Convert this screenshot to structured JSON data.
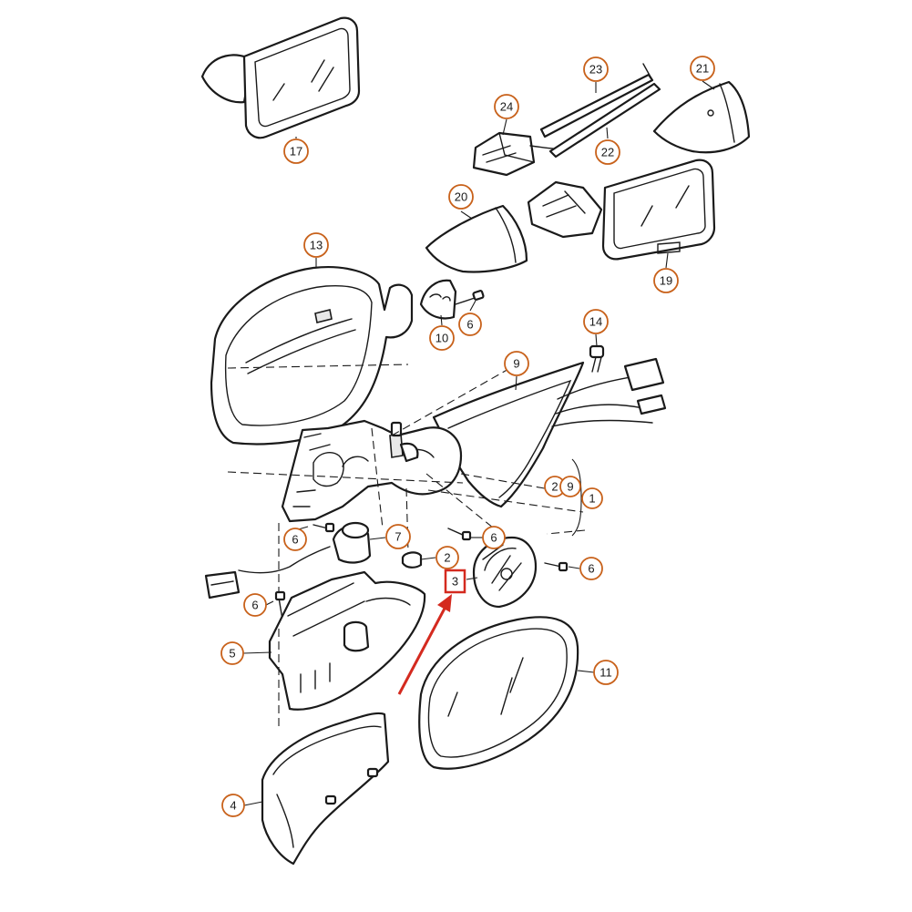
{
  "diagram": {
    "accent_color": "#c8611a",
    "highlight_color": "#d42a1f",
    "highlighted_part": "3",
    "callouts": [
      {
        "id": "c17",
        "label": "17"
      },
      {
        "id": "c23",
        "label": "23"
      },
      {
        "id": "c21",
        "label": "21"
      },
      {
        "id": "c24",
        "label": "24"
      },
      {
        "id": "c22",
        "label": "22"
      },
      {
        "id": "c20",
        "label": "20"
      },
      {
        "id": "c19",
        "label": "19"
      },
      {
        "id": "c13",
        "label": "13"
      },
      {
        "id": "c10",
        "label": "10"
      },
      {
        "id": "c6a",
        "label": "6"
      },
      {
        "id": "c14",
        "label": "14"
      },
      {
        "id": "c9",
        "label": "9"
      },
      {
        "id": "c2b",
        "label": "2"
      },
      {
        "id": "c9b",
        "label": "9"
      },
      {
        "id": "c1",
        "label": "1"
      },
      {
        "id": "c6b",
        "label": "6"
      },
      {
        "id": "c7",
        "label": "7"
      },
      {
        "id": "c6c",
        "label": "6"
      },
      {
        "id": "c2",
        "label": "2"
      },
      {
        "id": "c6d",
        "label": "6"
      },
      {
        "id": "c6e",
        "label": "6"
      },
      {
        "id": "c5",
        "label": "5"
      },
      {
        "id": "c11",
        "label": "11"
      },
      {
        "id": "c4",
        "label": "4"
      }
    ],
    "highlight_box": {
      "label": "3"
    }
  }
}
